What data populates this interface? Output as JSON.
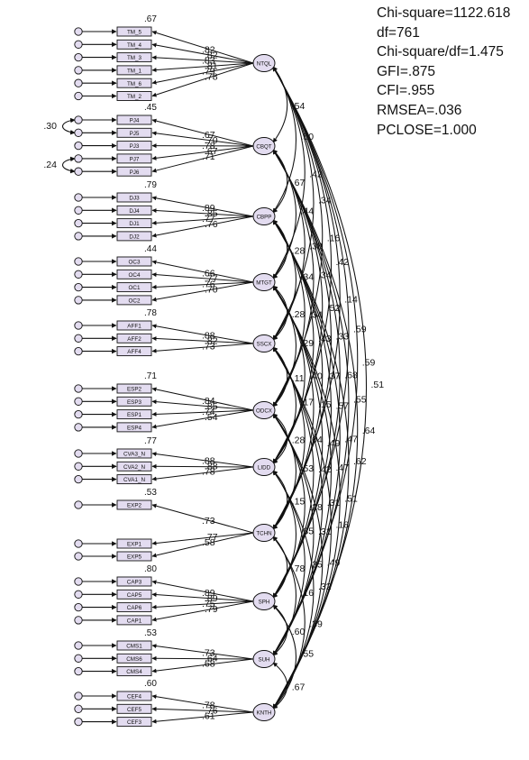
{
  "fit_indices": [
    "Chi-square=1122.618",
    "df=761",
    "Chi-square/df=1.475",
    "GFI=.875",
    "CFI=.955",
    "RMSEA=.036",
    "PCLOSE=1.000"
  ],
  "colors": {
    "latent_fill": "#e3dcf0",
    "indicator_fill": "#e3dcf0",
    "line": "#111111"
  },
  "constructs": [
    {
      "name": "NTQL",
      "r2": ".67",
      "indicators": [
        "TM_5",
        "TM_4",
        "TM_3",
        "TM_1",
        "TM_6",
        "TM_2"
      ],
      "loadings": [
        ".82",
        ".82",
        ".83",
        ".81",
        ".79",
        ".78"
      ]
    },
    {
      "name": "CBQT",
      "r2": ".45",
      "indicators": [
        "PJ4",
        "PJ5",
        "PJ3",
        "PJ7",
        "PJ6"
      ],
      "loadings": [
        ".67",
        ".70",
        ".78",
        ".67",
        ".71"
      ]
    },
    {
      "name": "CBPP",
      "r2": ".79",
      "indicators": [
        "DJ3",
        "DJ4",
        "DJ1",
        "DJ2"
      ],
      "loadings": [
        ".89",
        ".85",
        ".77",
        ".76"
      ]
    },
    {
      "name": "MTGT",
      "r2": ".44",
      "indicators": [
        "OC3",
        "OC4",
        "OC1",
        "OC2"
      ],
      "loadings": [
        ".66",
        ".77",
        ".76",
        ".70"
      ]
    },
    {
      "name": "SSCX",
      "r2": ".78",
      "indicators": [
        "AFF1",
        "AFF2",
        "AFF4"
      ],
      "loadings": [
        ".88",
        ".82",
        ".73"
      ]
    },
    {
      "name": "ODCX",
      "r2": ".71",
      "indicators": [
        "ESP2",
        "ESP3",
        "ESP1",
        "ESP4"
      ],
      "loadings": [
        ".84",
        ".85",
        ".74",
        ".54"
      ]
    },
    {
      "name": "LIDD",
      "r2": ".77",
      "indicators": [
        "CVA3_N",
        "CVA2_N",
        "CVA1_N"
      ],
      "loadings": [
        ".88",
        ".88",
        ".78"
      ]
    },
    {
      "name": "TCHN",
      "r2": ".53",
      "indicators": [
        "EXP2",
        "EXP1",
        "EXP5"
      ],
      "loadings": [
        ".73",
        ".77",
        ".58"
      ]
    },
    {
      "name": "SPH",
      "r2": ".80",
      "indicators": [
        "CAP3",
        "CAP5",
        "CAP6",
        "CAP1"
      ],
      "loadings": [
        ".89",
        ".89",
        ".75",
        ".79"
      ]
    },
    {
      "name": "SUH",
      "r2": ".53",
      "indicators": [
        "CMS1",
        "CMS6",
        "CMS4"
      ],
      "loadings": [
        ".73",
        ".64",
        ".68"
      ]
    },
    {
      "name": "KNTH",
      "r2": ".60",
      "indicators": [
        "CEF4",
        "CEF5",
        "CEF3"
      ],
      "loadings": [
        ".78",
        ".76",
        ".61"
      ]
    }
  ],
  "error_covariances": [
    ".30",
    ".24"
  ],
  "correlations": [
    ".54",
    ".50",
    ".42",
    ".34",
    ".16",
    ".42",
    ".14",
    ".59",
    ".59",
    ".51",
    ".67",
    ".44",
    ".38",
    ".34",
    ".52",
    ".33",
    ".68",
    ".55",
    ".64",
    ".28",
    ".34",
    ".34",
    ".43",
    ".37",
    ".57",
    ".47",
    ".62",
    ".28",
    ".29",
    ".40",
    ".15",
    ".49",
    ".47",
    ".51",
    ".11",
    ".17",
    ".04",
    ".42",
    ".31",
    ".18",
    ".28",
    ".53",
    ".28",
    ".31",
    ".49",
    ".15",
    ".35",
    ".35",
    ".32",
    ".78",
    ".16",
    ".39",
    ".60",
    ".55",
    ".67"
  ]
}
